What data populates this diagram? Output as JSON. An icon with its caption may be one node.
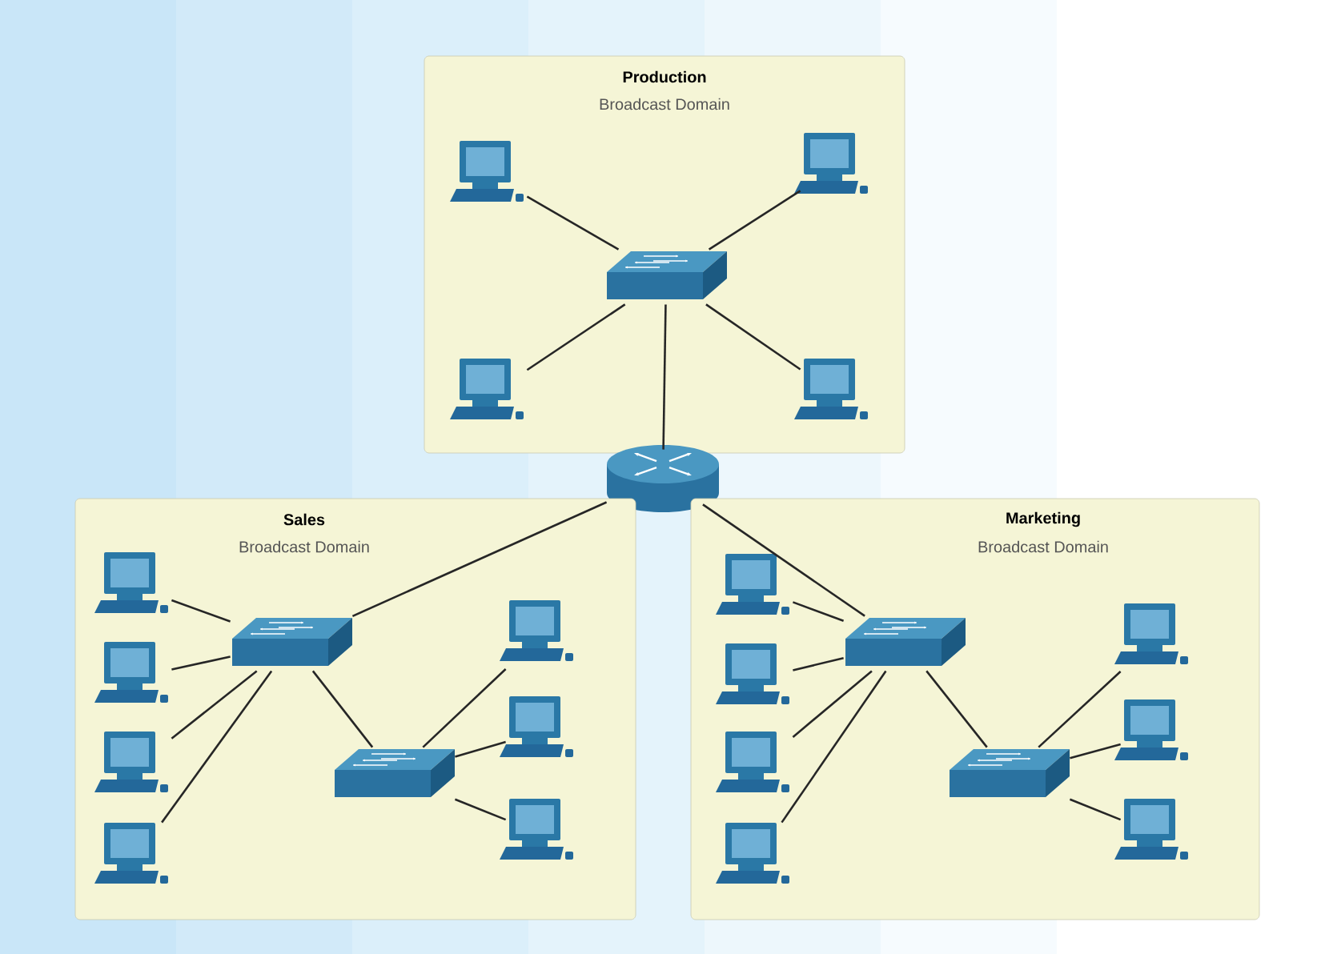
{
  "diagram": {
    "nodes": [
      {
        "text": [
          "Production",
          "Broadcast Domain"
        ]
      },
      {
        "text": [],
        "shape": "computer",
        "in": 0
      },
      {
        "text": [],
        "shape": "computer",
        "in": 0
      },
      {
        "text": [],
        "shape": "switch",
        "in": 0
      },
      {
        "text": [],
        "shape": "computer",
        "in": 0
      },
      {
        "text": [],
        "shape": "computer",
        "in": 0
      },
      {
        "text": [],
        "shape": "router"
      },
      {
        "text": [
          "Sales",
          "Broadcast Domain"
        ]
      },
      {
        "text": [],
        "shape": "computer",
        "in": 7
      },
      {
        "text": [],
        "shape": "computer",
        "in": 7
      },
      {
        "text": [],
        "shape": "computer",
        "in": 7
      },
      {
        "text": [],
        "shape": "computer",
        "in": 7
      },
      {
        "text": [],
        "shape": "switch",
        "in": 7
      },
      {
        "text": [],
        "shape": "switch",
        "in": 7
      },
      {
        "text": [],
        "shape": "computer",
        "in": 7
      },
      {
        "text": [],
        "shape": "computer",
        "in": 7
      },
      {
        "text": [],
        "shape": "computer",
        "in": 7
      },
      {
        "text": [
          "Marketing",
          "Broadcast Domain"
        ]
      },
      {
        "text": [],
        "shape": "computer",
        "in": 17
      },
      {
        "text": [],
        "shape": "computer",
        "in": 17
      },
      {
        "text": [],
        "shape": "computer",
        "in": 17
      },
      {
        "text": [],
        "shape": "computer",
        "in": 17
      },
      {
        "text": [],
        "shape": "switch",
        "in": 17
      },
      {
        "text": [],
        "shape": "switch",
        "in": 17
      },
      {
        "text": [],
        "shape": "computer",
        "in": 17
      },
      {
        "text": [],
        "shape": "computer",
        "in": 17
      },
      {
        "text": [],
        "shape": "computer",
        "in": 17
      }
    ],
    "edges": [
      {
        "from": 3,
        "to": 1,
        "arrow": "none"
      },
      {
        "from": 3,
        "to": 2,
        "arrow": "none"
      },
      {
        "from": 3,
        "to": 4,
        "arrow": "none"
      },
      {
        "from": 3,
        "to": 5,
        "arrow": "none"
      },
      {
        "from": 3,
        "to": 6,
        "arrow": "none"
      },
      {
        "from": 6,
        "to": 12,
        "arrow": "none"
      },
      {
        "from": 6,
        "to": 22,
        "arrow": "none"
      },
      {
        "from": 12,
        "to": 8,
        "arrow": "none"
      },
      {
        "from": 12,
        "to": 9,
        "arrow": "none"
      },
      {
        "from": 12,
        "to": 10,
        "arrow": "none"
      },
      {
        "from": 12,
        "to": 11,
        "arrow": "none"
      },
      {
        "from": 12,
        "to": 13,
        "arrow": "none"
      },
      {
        "from": 13,
        "to": 14,
        "arrow": "none"
      },
      {
        "from": 13,
        "to": 15,
        "arrow": "none"
      },
      {
        "from": 13,
        "to": 16,
        "arrow": "none"
      },
      {
        "from": 22,
        "to": 18,
        "arrow": "none"
      },
      {
        "from": 22,
        "to": 19,
        "arrow": "none"
      },
      {
        "from": 22,
        "to": 20,
        "arrow": "none"
      },
      {
        "from": 22,
        "to": 21,
        "arrow": "none"
      },
      {
        "from": 22,
        "to": 23,
        "arrow": "none"
      },
      {
        "from": 23,
        "to": 24,
        "arrow": "none"
      },
      {
        "from": 23,
        "to": 25,
        "arrow": "none"
      },
      {
        "from": 23,
        "to": 26,
        "arrow": "none"
      }
    ]
  }
}
